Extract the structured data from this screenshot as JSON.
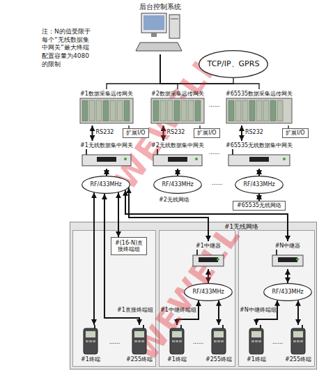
{
  "diagram": {
    "nodes": [
      {
        "text": [
          "后台控制系统"
        ]
      },
      {
        "text": [
          "TCP/IP、GPRS"
        ]
      },
      {
        "text": [
          "#1数据采集远传网关"
        ]
      },
      {
        "text": [
          "#2数据采集远传网关"
        ]
      },
      {
        "text": [
          "#65535数据采集远传网关"
        ]
      },
      {
        "text": [
          "扩展I/O"
        ]
      },
      {
        "text": [
          "扩展I/O"
        ]
      },
      {
        "text": [
          "扩展I/O"
        ]
      },
      {
        "text": [
          "#1无线数据集中网关"
        ]
      },
      {
        "text": [
          "#2无线数据集中网关"
        ]
      },
      {
        "text": [
          "#65535无线数据集中网关"
        ]
      },
      {
        "text": [
          "RF/433MHz"
        ]
      },
      {
        "text": [
          "RF/433MHz"
        ]
      },
      {
        "text": [
          "RF/433MHz"
        ]
      },
      {
        "text": [
          "#65535无线网络"
        ]
      },
      {
        "text": [
          "#1无线网络"
        ]
      },
      {
        "text": [
          "#1直接终端组"
        ],
        "in": 15
      },
      {
        "text": [
          "#1中继终端组"
        ],
        "in": 15
      },
      {
        "text": [
          "#N中继终端组"
        ],
        "in": 15
      },
      {
        "text": [
          "#(16-N)直接终端组"
        ],
        "in": 15
      },
      {
        "text": [
          "#1中继器"
        ],
        "in": 17
      },
      {
        "text": [
          "#N中继器"
        ],
        "in": 18
      },
      {
        "text": [
          "RF/433MHz"
        ],
        "in": 17
      },
      {
        "text": [
          "RF/433MHz"
        ],
        "in": 18
      },
      {
        "text": [
          "#1终端"
        ],
        "in": 16
      },
      {
        "text": [
          "#255终端"
        ],
        "in": 16
      },
      {
        "text": [
          "#1终端"
        ],
        "in": 17
      },
      {
        "text": [
          "#255终端"
        ],
        "in": 17
      },
      {
        "text": [
          "#1终端"
        ],
        "in": 18
      },
      {
        "text": [
          "#255终端"
        ],
        "in": 18
      }
    ],
    "edges": [
      {
        "from": 0,
        "to": 1,
        "arrow": "none"
      },
      {
        "from": 0,
        "to": 2,
        "arrow": "none"
      },
      {
        "from": 0,
        "to": 3,
        "arrow": "none"
      },
      {
        "from": 0,
        "to": 4,
        "arrow": "none"
      },
      {
        "from": 2,
        "to": 5,
        "arrow": "none"
      },
      {
        "from": 3,
        "to": 6,
        "arrow": "none"
      },
      {
        "from": 4,
        "to": 7,
        "arrow": "none"
      },
      {
        "from": 2,
        "to": 8,
        "label": "RS232",
        "arrow": "both"
      },
      {
        "from": 3,
        "to": 9,
        "label": "RS232",
        "arrow": "both"
      },
      {
        "from": 4,
        "to": 10,
        "label": "RS232",
        "arrow": "both"
      },
      {
        "from": 8,
        "to": 11,
        "arrow": "both"
      },
      {
        "from": 9,
        "to": 12,
        "arrow": "both"
      },
      {
        "from": 10,
        "to": 13,
        "arrow": "both"
      },
      {
        "from": 13,
        "to": 14,
        "arrow": "both"
      },
      {
        "from": 11,
        "to": 24,
        "arrow": "both"
      },
      {
        "from": 11,
        "to": 25,
        "arrow": "both"
      },
      {
        "from": 11,
        "to": 19,
        "arrow": "both"
      },
      {
        "from": 11,
        "to": 20,
        "arrow": "both"
      },
      {
        "from": 11,
        "to": 21,
        "arrow": "both"
      },
      {
        "from": 20,
        "to": 22,
        "arrow": "both"
      },
      {
        "from": 21,
        "to": 23,
        "arrow": "both"
      },
      {
        "from": 22,
        "to": 26,
        "arrow": "both"
      },
      {
        "from": 22,
        "to": 27,
        "arrow": "both"
      },
      {
        "from": 23,
        "to": 28,
        "arrow": "both"
      },
      {
        "from": 23,
        "to": 29,
        "arrow": "both"
      }
    ],
    "labels": [
      "注：N的值受限于每个“无线数据集中网关”最大终端配置容量为4080的限制",
      "#2无线网络",
      "......",
      "......",
      "......",
      "......",
      "......",
      "......",
      "WEWELL",
      "WEWELL"
    ]
  }
}
